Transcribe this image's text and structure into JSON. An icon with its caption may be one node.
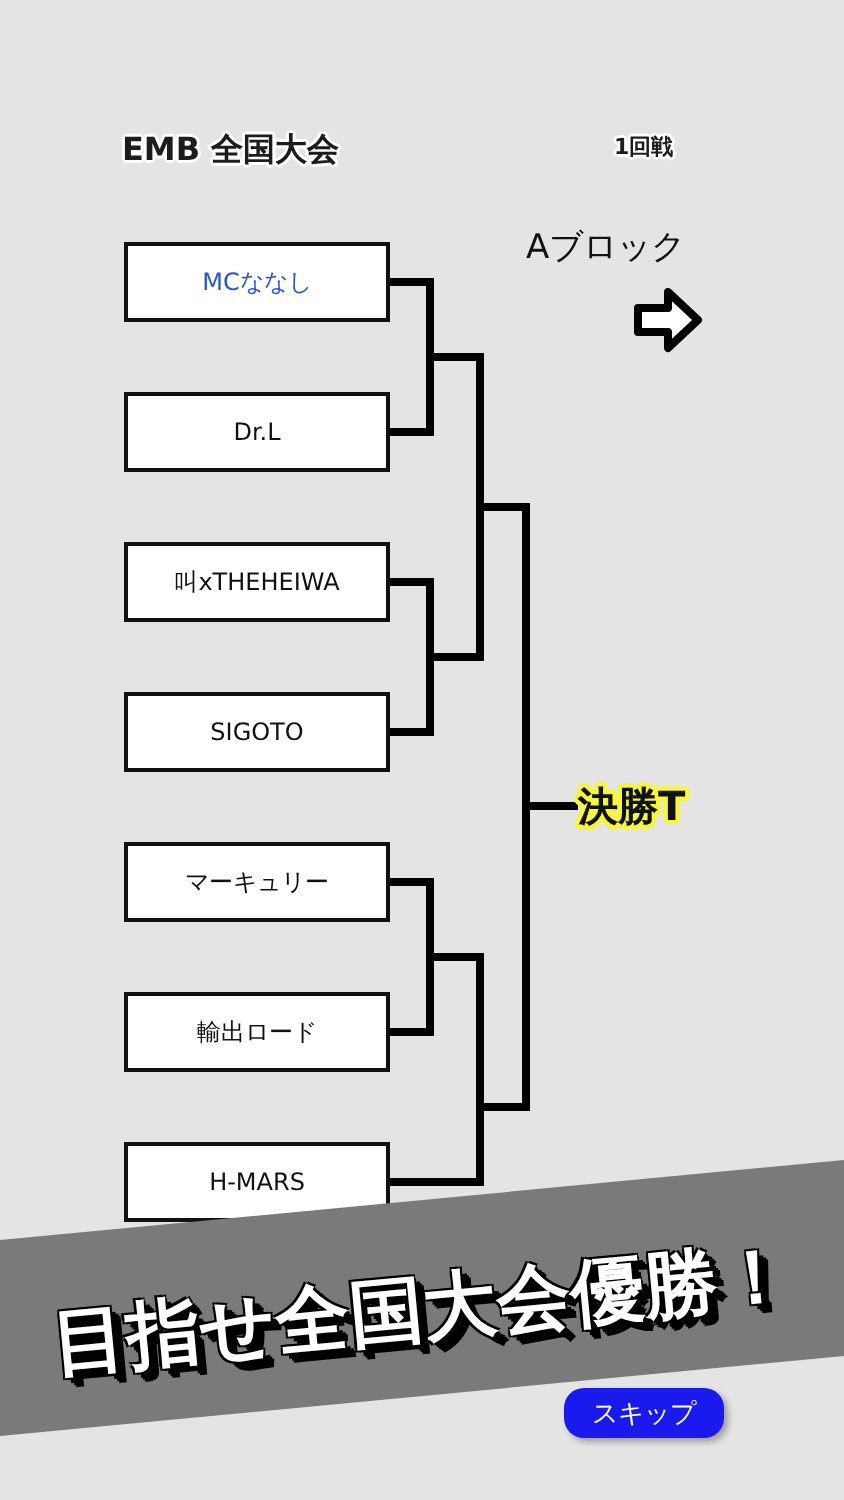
{
  "diagram": {
    "title": "EMB 全国大会",
    "nodes": [
      {
        "text": [
          "MCななし"
        ]
      },
      {
        "text": [
          "Dr.L"
        ]
      },
      {
        "text": [
          "叫xTHEHEIWA"
        ]
      },
      {
        "text": [
          "SIGOTO"
        ]
      },
      {
        "text": [
          "マーキュリー"
        ]
      },
      {
        "text": [
          "輸出ロード"
        ]
      },
      {
        "text": [
          "H-MARS"
        ]
      },
      {
        "text": [
          "決勝T"
        ]
      },
      {
        "text": [
          "目指せ全国大会優勝！"
        ]
      },
      {
        "text": [
          "スキップ"
        ]
      }
    ],
    "edges": [
      {
        "from": 0,
        "to": 7,
        "arrow": "none"
      },
      {
        "from": 1,
        "to": 7,
        "arrow": "none"
      },
      {
        "from": 2,
        "to": 7,
        "arrow": "none"
      },
      {
        "from": 3,
        "to": 7,
        "arrow": "none"
      },
      {
        "from": 4,
        "to": 7,
        "arrow": "none"
      },
      {
        "from": 5,
        "to": 7,
        "arrow": "none"
      },
      {
        "from": 6,
        "to": 7,
        "arrow": "none"
      }
    ],
    "labels": [
      "1回戦",
      "Aブロック"
    ]
  }
}
